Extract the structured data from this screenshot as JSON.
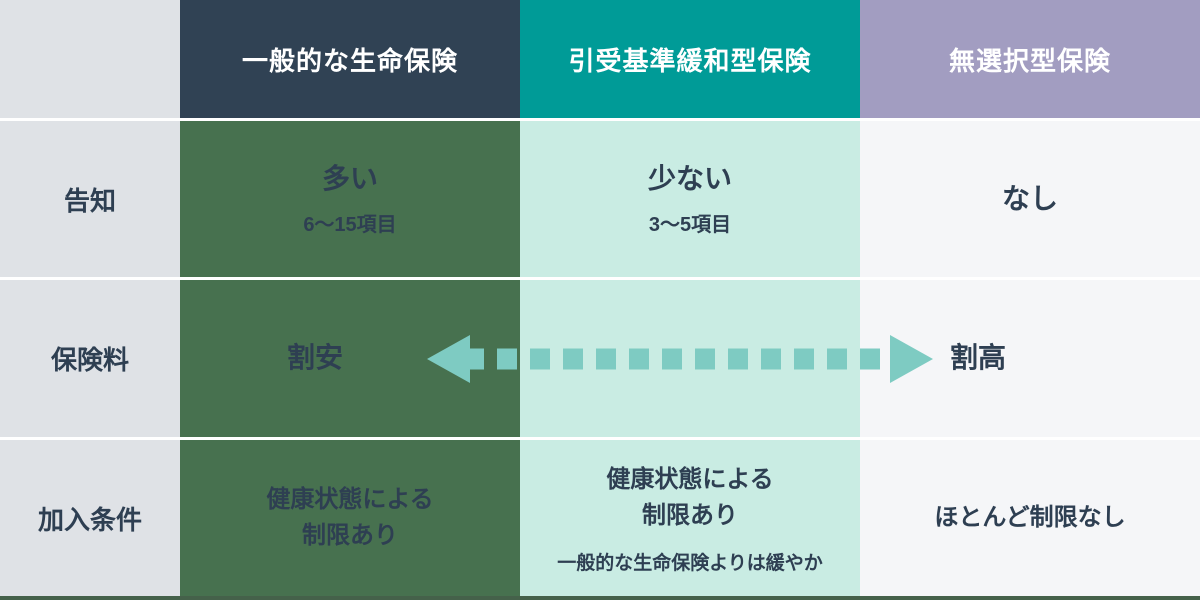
{
  "colors": {
    "label_column_bg": "#dfe2e6",
    "header_general_bg": "#304254",
    "header_relaxed_bg": "#009b97",
    "header_no_selection_bg": "#a29dc1",
    "cell_general_bg": "#47714f",
    "cell_relaxed_bg": "#c9ece3",
    "cell_no_selection_bg": "#f5f6f8",
    "text_dark": "#2e3f52",
    "text_light": "#ffffff",
    "arrow": "#7ecbc2",
    "bottom_bar": "#45614a"
  },
  "columns": [
    {
      "label": "一般的な生命保険"
    },
    {
      "label": "引受基準緩和型保険"
    },
    {
      "label": "無選択型保険"
    }
  ],
  "rows": [
    {
      "label": "告知",
      "cells": [
        {
          "main": "多い",
          "sub": "6〜15項目"
        },
        {
          "main": "少ない",
          "sub": "3〜5項目"
        },
        {
          "main": "なし"
        }
      ]
    },
    {
      "label": "保険料",
      "cells": [
        {
          "main": "割安"
        },
        {
          "main": ""
        },
        {
          "main": "割高"
        }
      ]
    },
    {
      "label": "加入条件",
      "cells": [
        {
          "main": "健康状態による\n制限あり"
        },
        {
          "main": "健康状態による\n制限あり",
          "note": "一般的な生命保険よりは緩やか"
        },
        {
          "main": "ほとんど制限なし"
        }
      ]
    }
  ]
}
